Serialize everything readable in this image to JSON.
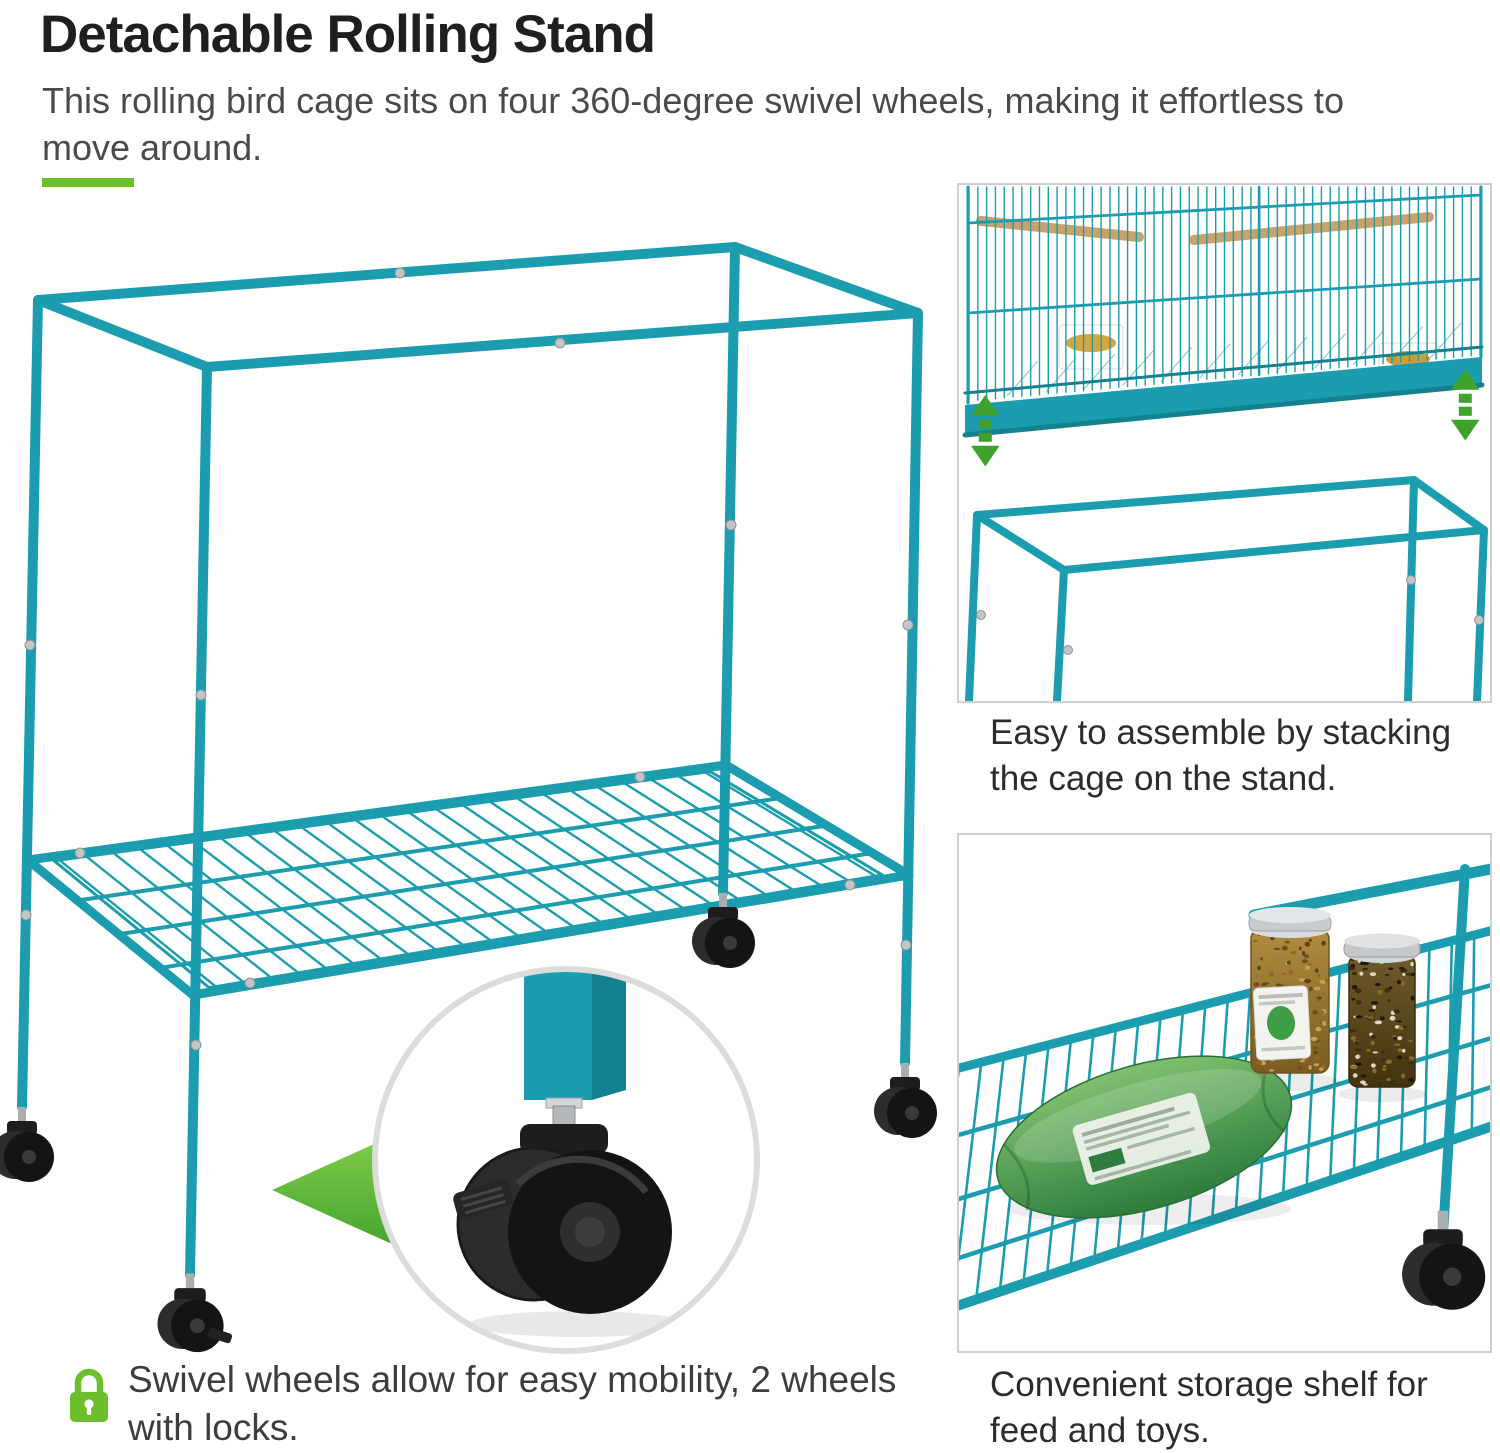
{
  "header": {
    "title": "Detachable Rolling Stand",
    "subtitle": "This rolling bird cage sits on four 360-degree swivel wheels, making it effortless to move around."
  },
  "callout": {
    "icon": "lock-icon",
    "text": "Swivel wheels allow for easy mobility, 2 wheels with locks."
  },
  "closeup": {
    "icon": "swivel-caster-wheel",
    "pointer_icon": "triangle-arrow-icon"
  },
  "side_panels": [
    {
      "image": "cage-stacking-on-stand",
      "stack_icon": "double-vertical-arrow-icon",
      "caption": "Easy to assemble by stacking the cage on the stand."
    },
    {
      "image": "storage-shelf-with-feed-and-toys",
      "caption": "Convenient storage shelf for feed and toys."
    }
  ],
  "colors": {
    "teal": "#1B9DAF",
    "teal_dark": "#14818F",
    "green": "#6CBE2A",
    "green_dark": "#3FA32B",
    "wheel_black": "#141414",
    "text_dark": "#1F1F1F",
    "text_body": "#4A4A4A",
    "panel_border": "#CFCFCF",
    "wood": "#C9A26B",
    "metal": "#C2C4C6"
  }
}
